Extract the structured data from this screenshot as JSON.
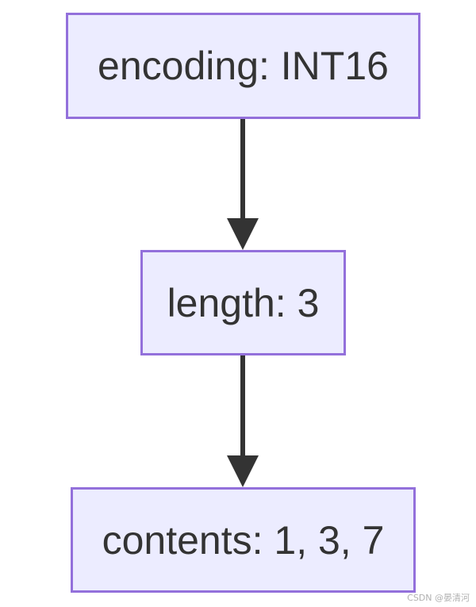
{
  "nodes": [
    {
      "id": "encoding",
      "label": "encoding: INT16"
    },
    {
      "id": "length",
      "label": "length: 3"
    },
    {
      "id": "contents",
      "label": "contents: 1, 3, 7"
    }
  ],
  "edges": [
    {
      "from": "encoding",
      "to": "length"
    },
    {
      "from": "length",
      "to": "contents"
    }
  ],
  "colors": {
    "node_fill": "#ececff",
    "node_border": "#9370db",
    "edge": "#333333",
    "text": "#333333"
  },
  "watermark": "CSDN @晏清河"
}
